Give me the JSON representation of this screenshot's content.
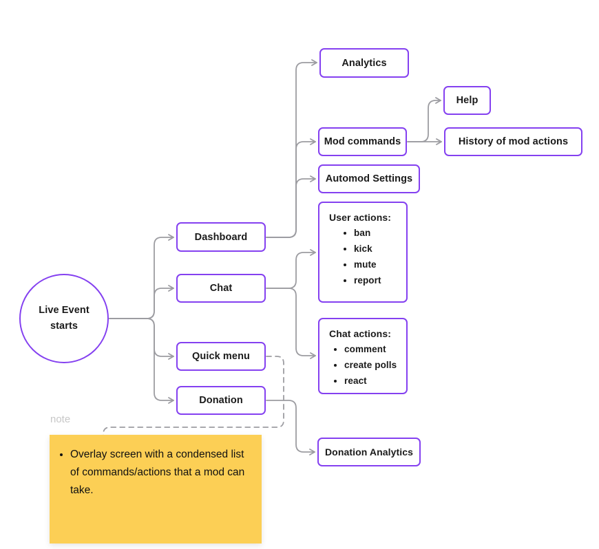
{
  "theme": {
    "accent": "#8440f0",
    "connector": "#9c9ca1",
    "sticky_bg": "#fccf55",
    "note_label": "#c7c7c7",
    "text": "#1a1a1a",
    "canvas_bg": "#ffffff"
  },
  "nodes": {
    "live_event": {
      "label": "Live Event starts"
    },
    "dashboard": {
      "label": "Dashboard"
    },
    "chat": {
      "label": "Chat"
    },
    "quick_menu": {
      "label": "Quick menu"
    },
    "donation": {
      "label": "Donation"
    },
    "analytics": {
      "label": "Analytics"
    },
    "help": {
      "label": "Help"
    },
    "mod_commands": {
      "label": "Mod commands"
    },
    "history_mod_actions": {
      "label": "History of mod actions"
    },
    "automod_settings": {
      "label": "Automod Settings"
    },
    "user_actions": {
      "title": "User actions:",
      "items": [
        "ban",
        "kick",
        "mute",
        "report"
      ]
    },
    "chat_actions": {
      "title": "Chat actions:",
      "items": [
        "comment",
        "create polls",
        "react"
      ]
    },
    "donation_analytics": {
      "label": "Donation Analytics"
    }
  },
  "note": {
    "label": "note",
    "text": "Overlay screen with a condensed list of commands/actions that a mod can take."
  },
  "edges": [
    {
      "from": "live_event",
      "to": "dashboard",
      "style": "solid"
    },
    {
      "from": "live_event",
      "to": "chat",
      "style": "solid"
    },
    {
      "from": "live_event",
      "to": "quick_menu",
      "style": "solid"
    },
    {
      "from": "live_event",
      "to": "donation",
      "style": "solid"
    },
    {
      "from": "dashboard",
      "to": "analytics",
      "style": "solid"
    },
    {
      "from": "dashboard",
      "to": "mod_commands",
      "style": "solid"
    },
    {
      "from": "dashboard",
      "to": "automod_settings",
      "style": "solid"
    },
    {
      "from": "chat",
      "to": "user_actions",
      "style": "solid"
    },
    {
      "from": "chat",
      "to": "chat_actions",
      "style": "solid"
    },
    {
      "from": "mod_commands",
      "to": "help",
      "style": "solid"
    },
    {
      "from": "mod_commands",
      "to": "history_mod_actions",
      "style": "solid"
    },
    {
      "from": "donation",
      "to": "donation_analytics",
      "style": "solid"
    },
    {
      "from": "quick_menu",
      "to": "note",
      "style": "dashed"
    }
  ]
}
